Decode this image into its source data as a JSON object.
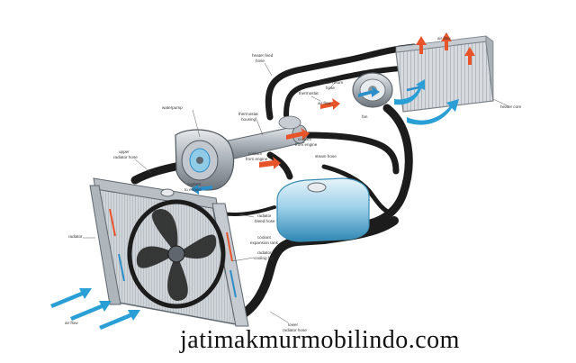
{
  "diagram": {
    "labels": {
      "air_flow_top": "air flow",
      "heater_feed_hose": [
        "heater feed",
        "hose"
      ],
      "heater_return_hose": [
        "heater return",
        "hose"
      ],
      "thermostat": "thermostat",
      "air_flow_mid": "air flow",
      "heater_core": "heater core",
      "fan": "fan",
      "waterpump": "waterpump",
      "thermostat_housing": [
        "thermostat",
        "housing"
      ],
      "coolant_from_engine": [
        "coolant",
        "from engine"
      ],
      "coolant_from_engine_2": [
        "coolant",
        "from engine"
      ],
      "steam_hose": "steam hose",
      "upper_radiator_hose": [
        "upper",
        "radiator hose"
      ],
      "coolant_to_engine": [
        "coolant",
        "to engine"
      ],
      "radiator": "radiator",
      "radiator_bleed_hose": [
        "radiator",
        "bleed hose"
      ],
      "coolant_expansion_tank": [
        "coolant",
        "expansion tank"
      ],
      "radiator_cooling_fan": [
        "radiator",
        "cooling fan"
      ],
      "lower_radiator_hose": [
        "lower",
        "radiator hose"
      ],
      "air_flow_bottom": "air flow"
    },
    "colors": {
      "hose": "#1c1c1c",
      "metal": "#9aa3ab",
      "coolant_tank": "#5fb7d9",
      "hot_arrow": "#e8542a",
      "cool_arrow": "#2c8fc9",
      "airflow": "#2a9fd6"
    }
  },
  "watermark": "jatimakmurmobilindo.com"
}
